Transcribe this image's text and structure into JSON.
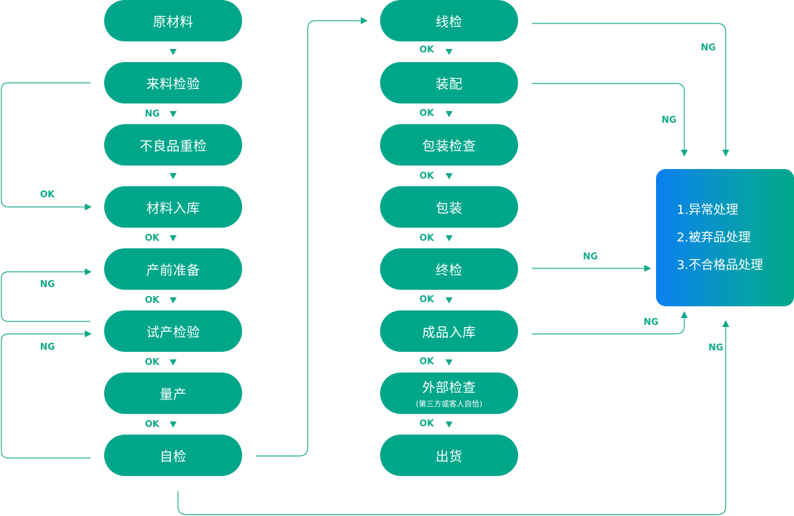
{
  "left_column": [
    {
      "id": "raw",
      "label": "原材料"
    },
    {
      "id": "incoming",
      "label": "来料检验"
    },
    {
      "id": "recheck",
      "label": "不良品重检"
    },
    {
      "id": "store",
      "label": "材料入库"
    },
    {
      "id": "prep",
      "label": "产前准备"
    },
    {
      "id": "trial",
      "label": "试产检验"
    },
    {
      "id": "mass",
      "label": "量产"
    },
    {
      "id": "self",
      "label": "自检"
    }
  ],
  "right_column": [
    {
      "id": "line",
      "label": "线检"
    },
    {
      "id": "assembly",
      "label": "装配"
    },
    {
      "id": "packcheck",
      "label": "包装检查"
    },
    {
      "id": "pack",
      "label": "包装"
    },
    {
      "id": "final",
      "label": "终检"
    },
    {
      "id": "warehouse",
      "label": "成品入库"
    },
    {
      "id": "external",
      "label": "外部检查",
      "note": "(第三方或客人自恰)"
    },
    {
      "id": "ship",
      "label": "出货"
    }
  ],
  "outcome_box": {
    "items": [
      "1.异常处理",
      "2.被弃品处理",
      "3.不合格品处理"
    ]
  },
  "edge_labels": {
    "ok": "OK",
    "ng": "NG"
  },
  "colors": {
    "node": "#00a68a",
    "line": "#11a889",
    "outcome_gradient_start": "#0a80f0",
    "outcome_gradient_end": "#00a68a"
  }
}
